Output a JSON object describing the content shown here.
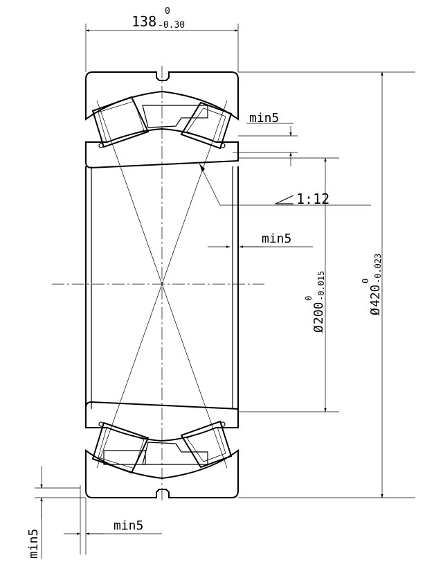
{
  "dims": {
    "width": {
      "nominal": "138",
      "upper": "0",
      "lower": "-0.30"
    },
    "bore": {
      "symbol": "Ø",
      "nominal": "200",
      "upper": "0",
      "lower": "-0.015"
    },
    "outer": {
      "symbol": "Ø",
      "nominal": "420",
      "upper": "0",
      "lower": "-0.023"
    },
    "taper": {
      "symbol": "∠",
      "value": "1:12"
    },
    "min_top_right": "min5",
    "min_mid_right": "min5",
    "min_bottom": "min5",
    "min_left_vertical": "min5"
  }
}
